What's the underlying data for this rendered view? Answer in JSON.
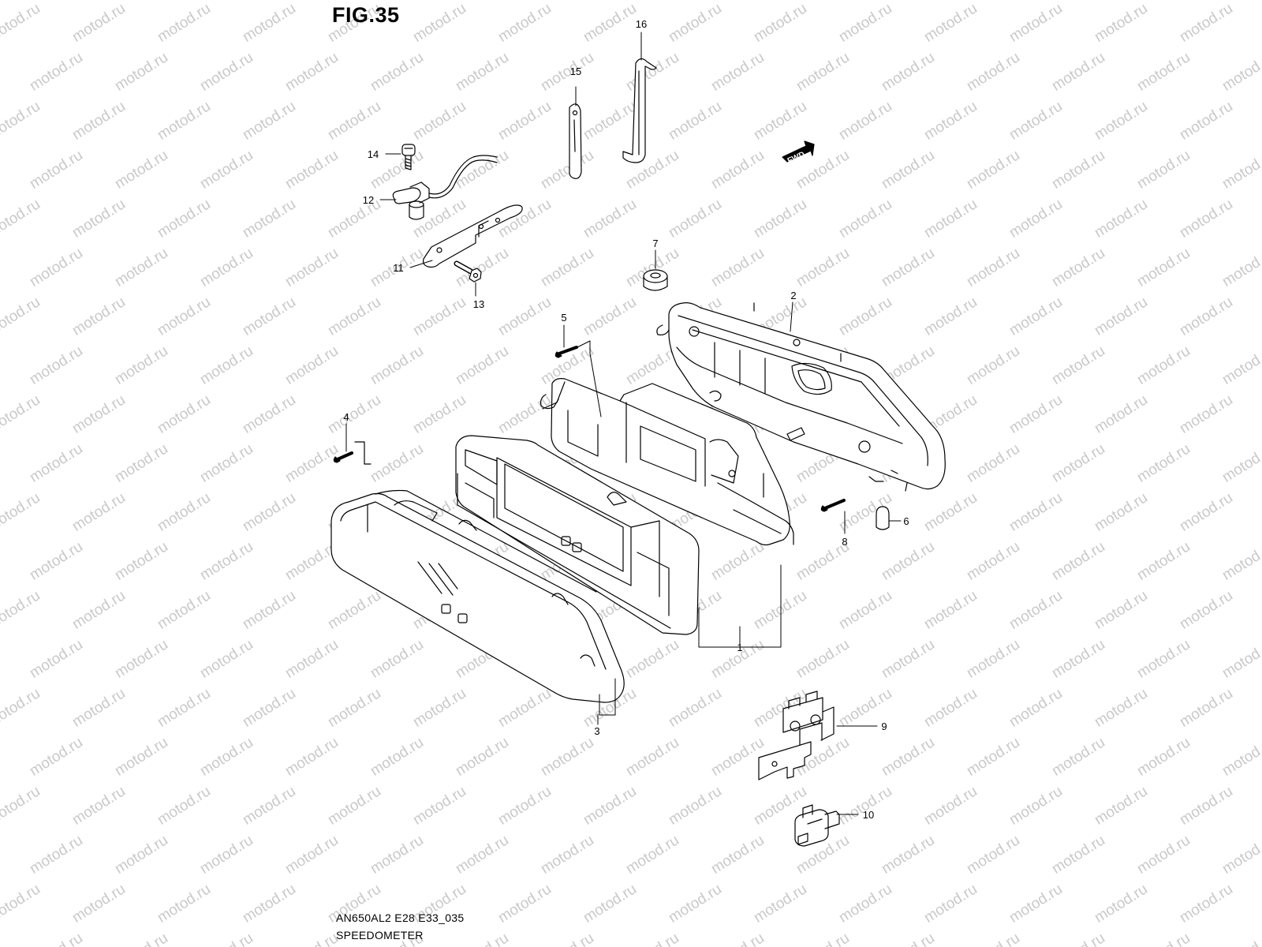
{
  "figure": {
    "title": "FIG.35",
    "code": "AN650AL2 E28 E33_035",
    "name": "SPEEDOMETER"
  },
  "watermark": "motod.ru",
  "fwd_label": "FWD",
  "callouts": [
    "1",
    "2",
    "3",
    "4",
    "5",
    "6",
    "7",
    "8",
    "9",
    "10",
    "11",
    "12",
    "13",
    "14",
    "15",
    "16"
  ],
  "colors": {
    "line": "#000000",
    "watermark": "#c9c9c9",
    "background": "#ffffff"
  }
}
